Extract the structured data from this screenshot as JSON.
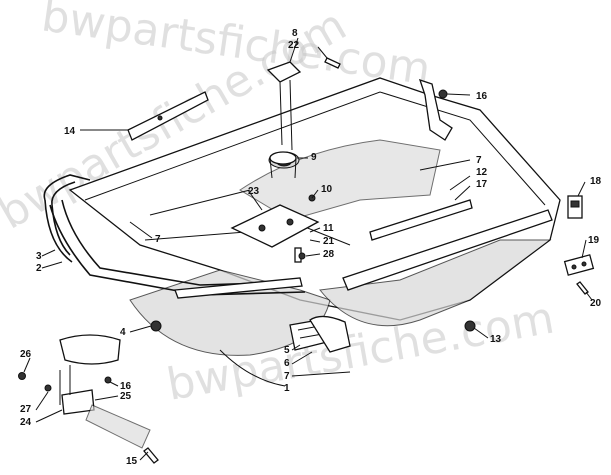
{
  "watermarks": [
    "bwpartsfiche.com",
    "bwpartsfiche.com",
    "bwpartsfiche.com"
  ],
  "callouts": [
    {
      "id": "c8",
      "text": "8"
    },
    {
      "id": "c22",
      "text": "22"
    },
    {
      "id": "c16a",
      "text": "16"
    },
    {
      "id": "c14",
      "text": "14"
    },
    {
      "id": "c9",
      "text": "9"
    },
    {
      "id": "c7a",
      "text": "7"
    },
    {
      "id": "c12",
      "text": "12"
    },
    {
      "id": "c17",
      "text": "17"
    },
    {
      "id": "c18",
      "text": "18"
    },
    {
      "id": "c10",
      "text": "10"
    },
    {
      "id": "c23",
      "text": "23"
    },
    {
      "id": "c7b",
      "text": "7"
    },
    {
      "id": "c11",
      "text": "11"
    },
    {
      "id": "c21",
      "text": "21"
    },
    {
      "id": "c28",
      "text": "28"
    },
    {
      "id": "c3",
      "text": "3"
    },
    {
      "id": "c2",
      "text": "2"
    },
    {
      "id": "c19",
      "text": "19"
    },
    {
      "id": "c20",
      "text": "20"
    },
    {
      "id": "c4",
      "text": "4"
    },
    {
      "id": "c13",
      "text": "13"
    },
    {
      "id": "c5",
      "text": "5"
    },
    {
      "id": "c6",
      "text": "6"
    },
    {
      "id": "c7c",
      "text": "7"
    },
    {
      "id": "c26",
      "text": "26"
    },
    {
      "id": "c16b",
      "text": "16"
    },
    {
      "id": "c1",
      "text": "1"
    },
    {
      "id": "c25",
      "text": "25"
    },
    {
      "id": "c27",
      "text": "27"
    },
    {
      "id": "c24",
      "text": "24"
    },
    {
      "id": "c15",
      "text": "15"
    }
  ]
}
